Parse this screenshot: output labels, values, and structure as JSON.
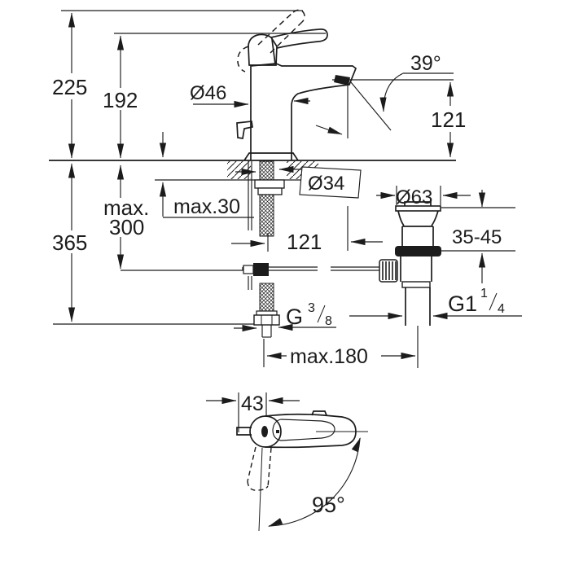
{
  "drawing": {
    "background": "#ffffff",
    "line_color": "#1c1c1c",
    "labels": {
      "total_height": "225",
      "height_192": "192",
      "depth_365": "365",
      "max300_line1": "max.",
      "max300_line2": "300",
      "max30": "max.30",
      "dia46": "Ø46",
      "angle39": "39°",
      "height121": "121",
      "dia34": "Ø34",
      "reach121": "121",
      "dia63": "Ø63",
      "range3545": "35-45",
      "g38": {
        "main": "G",
        "sup": "3",
        "sub": "8"
      },
      "g114": {
        "main": "G1",
        "sup": "1",
        "sub": "4"
      },
      "max180": "max.180",
      "width43": "43",
      "angle95": "95°"
    }
  }
}
